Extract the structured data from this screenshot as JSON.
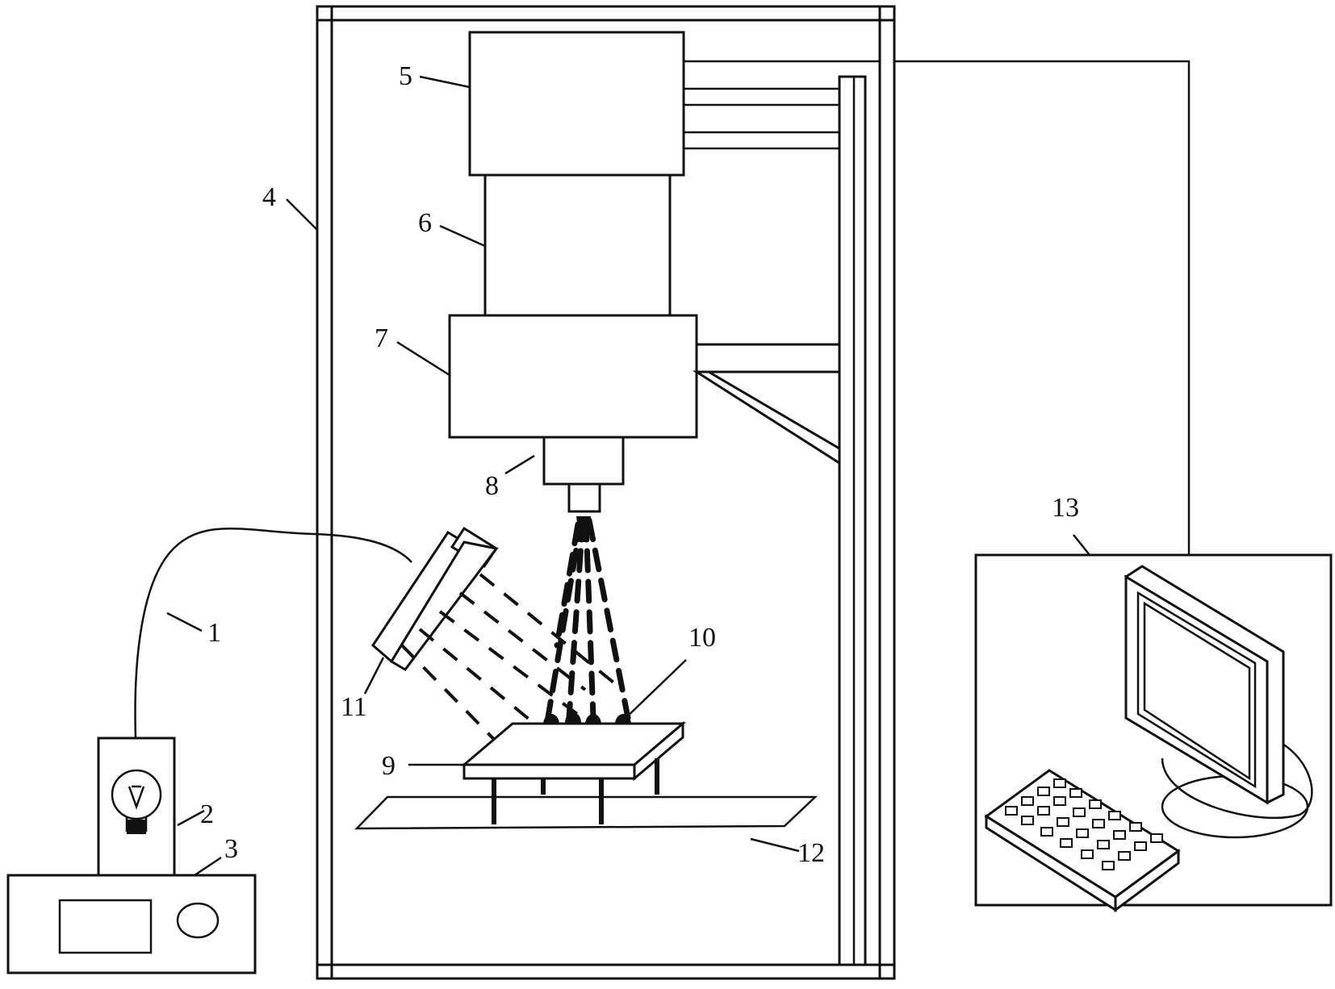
{
  "labels": {
    "l1": "1",
    "l2": "2",
    "l3": "3",
    "l4": "4",
    "l5": "5",
    "l6": "6",
    "l7": "7",
    "l8": "8",
    "l9": "9",
    "l10": "10",
    "l11": "11",
    "l12": "12",
    "l13": "13"
  },
  "colors": {
    "line": "#111111",
    "background": "#ffffff"
  },
  "icons": [
    "light-bulb-icon",
    "monitor-icon",
    "keyboard-icon"
  ]
}
